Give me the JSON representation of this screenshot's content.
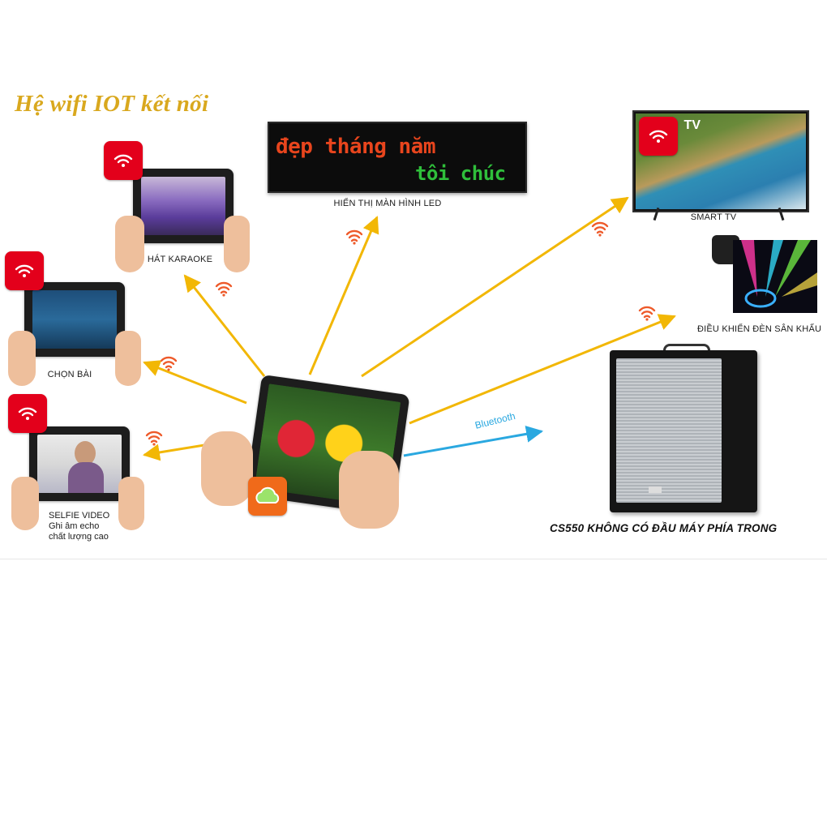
{
  "title": "Hệ wifi IOT kết nối",
  "led_sign": {
    "line1": "đẹp tháng năm",
    "line2": "tôi chúc"
  },
  "captions": {
    "led": "HIỂN THỊ MÀN HÌNH LED",
    "karaoke": "HÁT KARAOKE",
    "chon_bai": "CHỌN BÀI",
    "selfie": "SELFIE VIDEO",
    "selfie_sub1": "Ghi âm echo",
    "selfie_sub2": "chất lượng cao",
    "smart_tv": "SMART TV",
    "stage_light": "ĐIỀU KHIỂN ĐÈN SÂN KHẤU",
    "speaker": "CS550 KHÔNG CÓ ĐẦU MÁY PHÍA TRONG",
    "bluetooth": "Bluetooth"
  },
  "tv_badge_text": "TV",
  "colors": {
    "arrow": "#f2b705",
    "bluetooth": "#2aa8e0",
    "wifi_icon": "#ee5a2a",
    "badge_red": "#e3001b",
    "badge_orange": "#f06a1a",
    "title_gold": "#d9a81e"
  },
  "icons": [
    "wifi-icon",
    "app-badge-icon",
    "bluetooth-arrow-icon"
  ]
}
